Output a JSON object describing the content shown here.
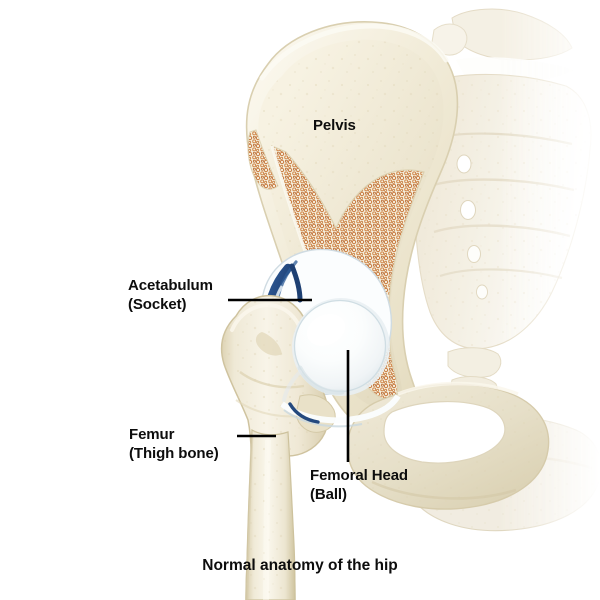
{
  "figure": {
    "title": "Normal anatomy of the hip",
    "caption": "Normal anatomy of the hip",
    "background_color": "#ffffff"
  },
  "labels": {
    "pelvis": {
      "text": "Pelvis"
    },
    "acetabulum": {
      "line1": "Acetabulum",
      "line2": "(Socket)"
    },
    "femur": {
      "line1": "Femur",
      "line2": "(Thigh bone)"
    },
    "femoral_head": {
      "line1": "Femoral Head",
      "line2": "(Ball)"
    }
  },
  "colors": {
    "bone_cream": "#eee7d2",
    "bone_light": "#f6f1e2",
    "bone_shadow": "#ddd3b6",
    "cancellous_fill": "#f3ead3",
    "trabecula": "#c8793f",
    "cartilage_white": "#fdfefe",
    "labrum_blue": "#1d3f72",
    "label_text": "#0d0d0d",
    "leader_line": "#000000",
    "faded_bone": "#f0ebdd"
  },
  "leader_lines": {
    "acetabulum": "horizontal line from label to acetabular rim",
    "femur": "short horizontal line from label to femoral shaft",
    "femoral_head": "vertical line from femoral head down to label"
  }
}
